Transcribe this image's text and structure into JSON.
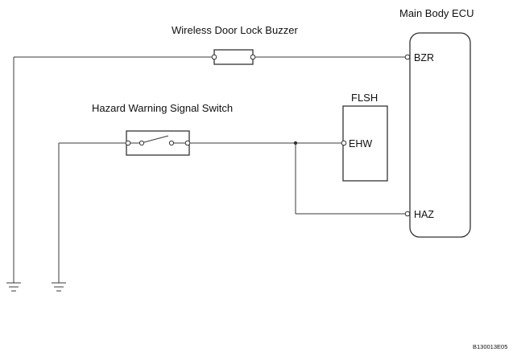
{
  "components": {
    "main_ecu": {
      "label": "Main Body ECU",
      "pins": {
        "bzr": "BZR",
        "haz": "HAZ"
      }
    },
    "buzzer": {
      "label": "Wireless Door Lock Buzzer"
    },
    "hazard_switch": {
      "label": "Hazard Warning Signal Switch"
    },
    "flasher": {
      "label": "FLSH",
      "pins": {
        "ehw": "EHW"
      }
    }
  },
  "figure_code": "B130013E05"
}
